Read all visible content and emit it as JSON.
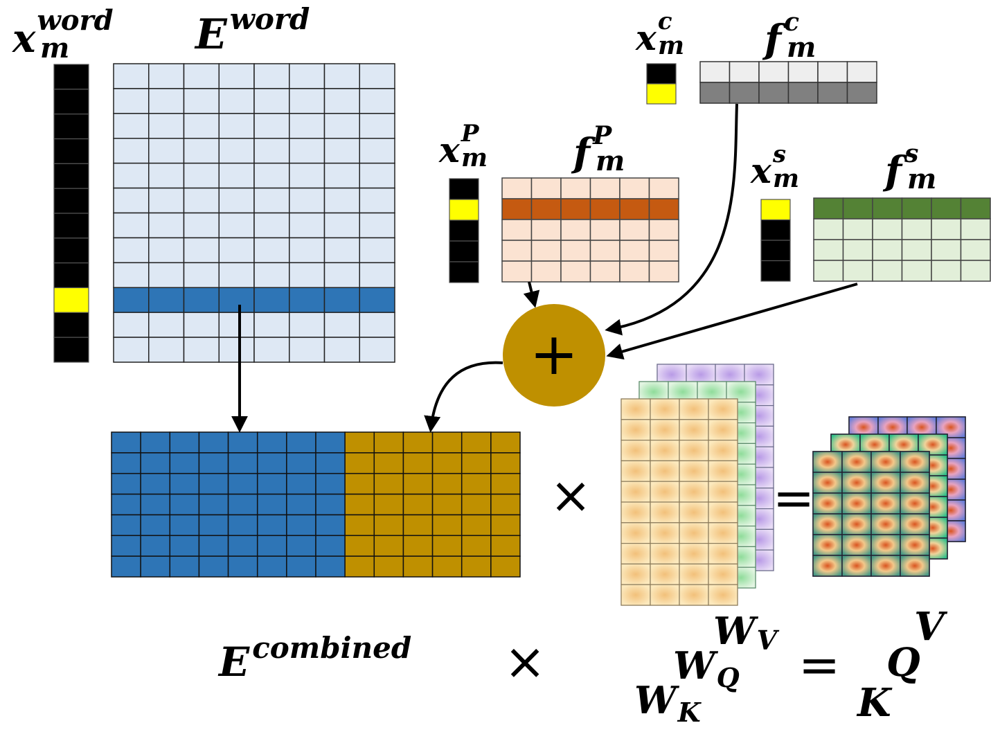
{
  "labels": {
    "x_word": {
      "base": "x",
      "sub": "m",
      "sup": "word"
    },
    "E_word": {
      "base": "E",
      "sup": "word"
    },
    "x_c": {
      "base": "x",
      "sub": "m",
      "sup": "c"
    },
    "f_c": {
      "base": "f",
      "sub": "m",
      "sup": "c"
    },
    "x_p": {
      "base": "x",
      "sub": "m",
      "sup": "P"
    },
    "f_p": {
      "base": "f",
      "sub": "m",
      "sup": "P"
    },
    "x_s": {
      "base": "x",
      "sub": "m",
      "sup": "s"
    },
    "f_s": {
      "base": "f",
      "sub": "m",
      "sup": "s"
    },
    "E_combined": {
      "base": "E",
      "sup": "combined"
    },
    "W_V": {
      "base": "W",
      "sub": "V"
    },
    "W_Q": {
      "base": "W",
      "sub": "Q"
    },
    "W_K": {
      "base": "W",
      "sub": "K"
    },
    "Q": "Q",
    "K": "K",
    "V": "V"
  },
  "operators": {
    "plus": "+",
    "times": "×",
    "equals": "="
  },
  "colors": {
    "onehot_off": "#000000",
    "onehot_on": "#ffff00",
    "E_word_fill": "#dee8f4",
    "E_word_row": "#2e75b6",
    "f_c_light": "#eeeeee",
    "f_c_dark": "#808080",
    "f_p_light": "#fbe3d2",
    "f_p_row": "#c55a11",
    "f_s_light": "#e2efd9",
    "f_s_row": "#548235",
    "sum_node": "#bf9000",
    "combined_word": "#2e75b6",
    "combined_feat": "#bf9000"
  }
}
